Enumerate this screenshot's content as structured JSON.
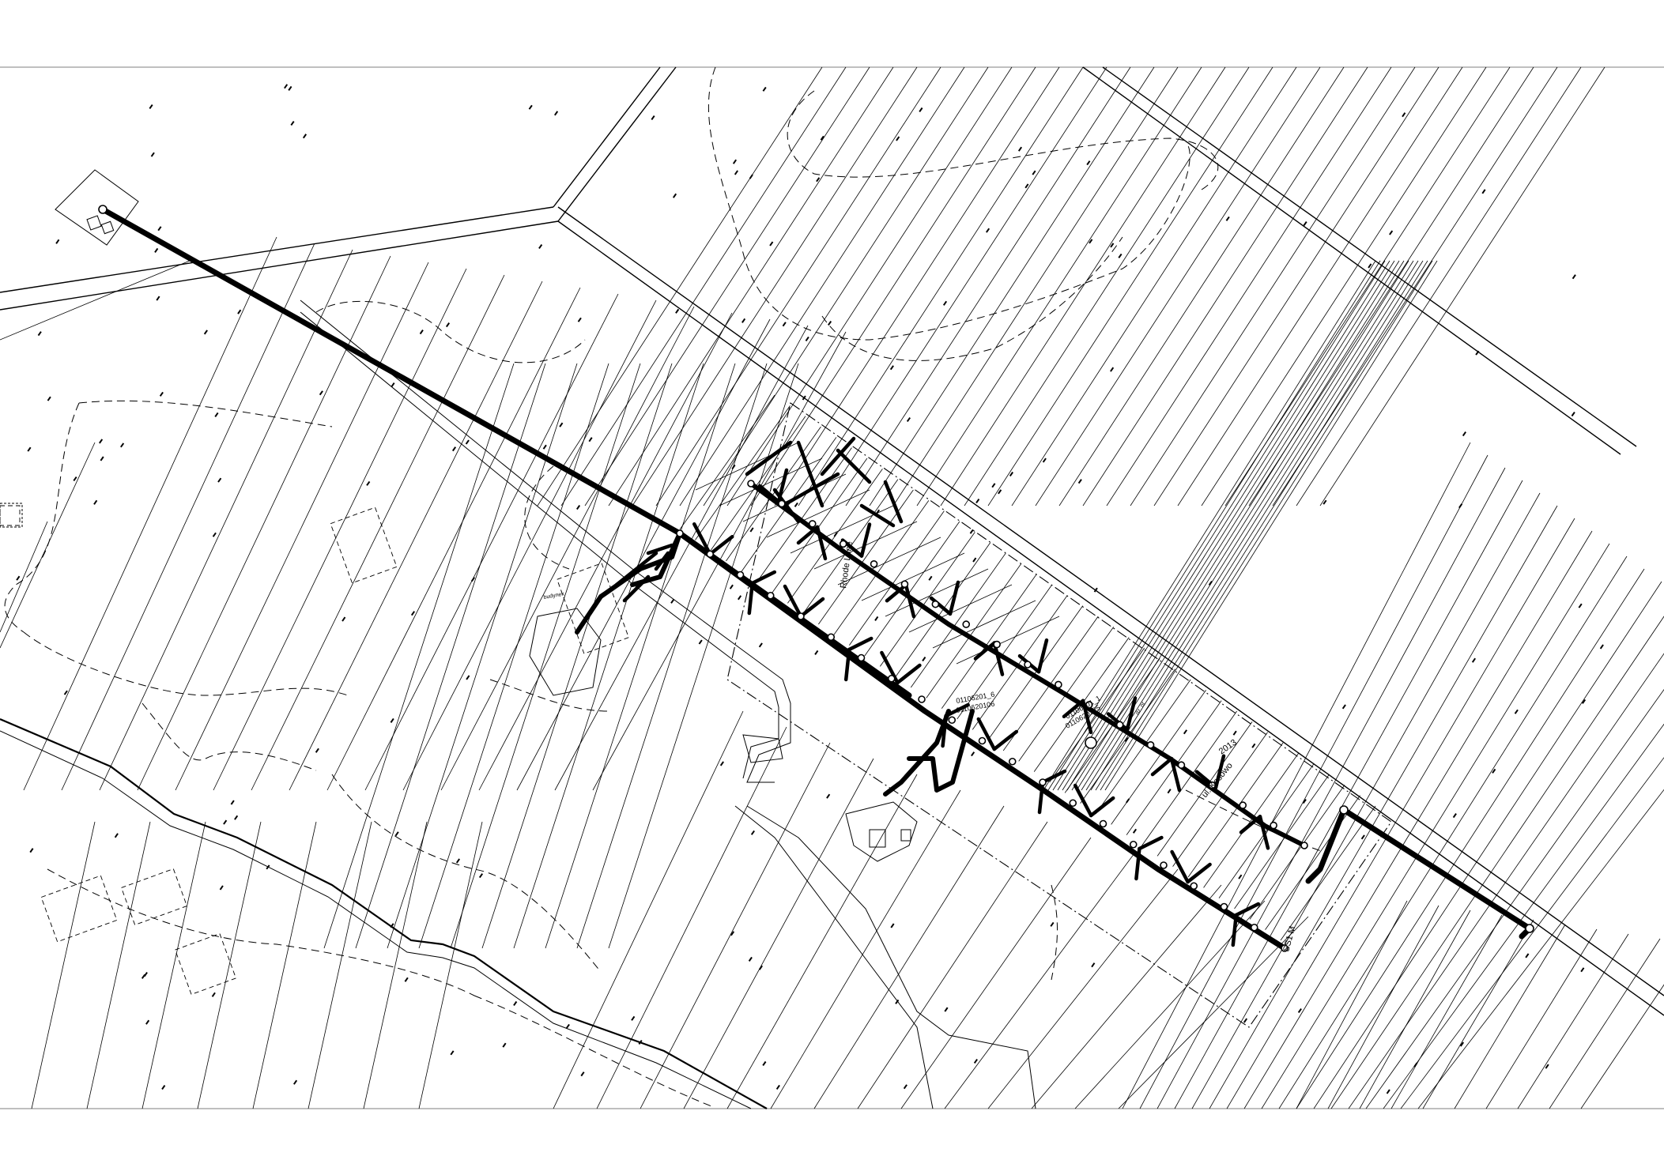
{
  "map": {
    "colors": {
      "background": "#ffffff",
      "lines": "#000000",
      "pipeline": "#000000"
    },
    "labels": {
      "street_name_1": "Rhode Lane",
      "street_name_2": "ul. Kosowo",
      "plot_annotation_1": "01106201_6",
      "plot_annotation_2": "0110620106",
      "plot_annotation_3": "01106201_1",
      "plot_annotation_4": "0110620125",
      "year_label": "2013",
      "length_label": "SS1 M",
      "building_label": "budynek",
      "plot_label": "dz. nr"
    }
  }
}
